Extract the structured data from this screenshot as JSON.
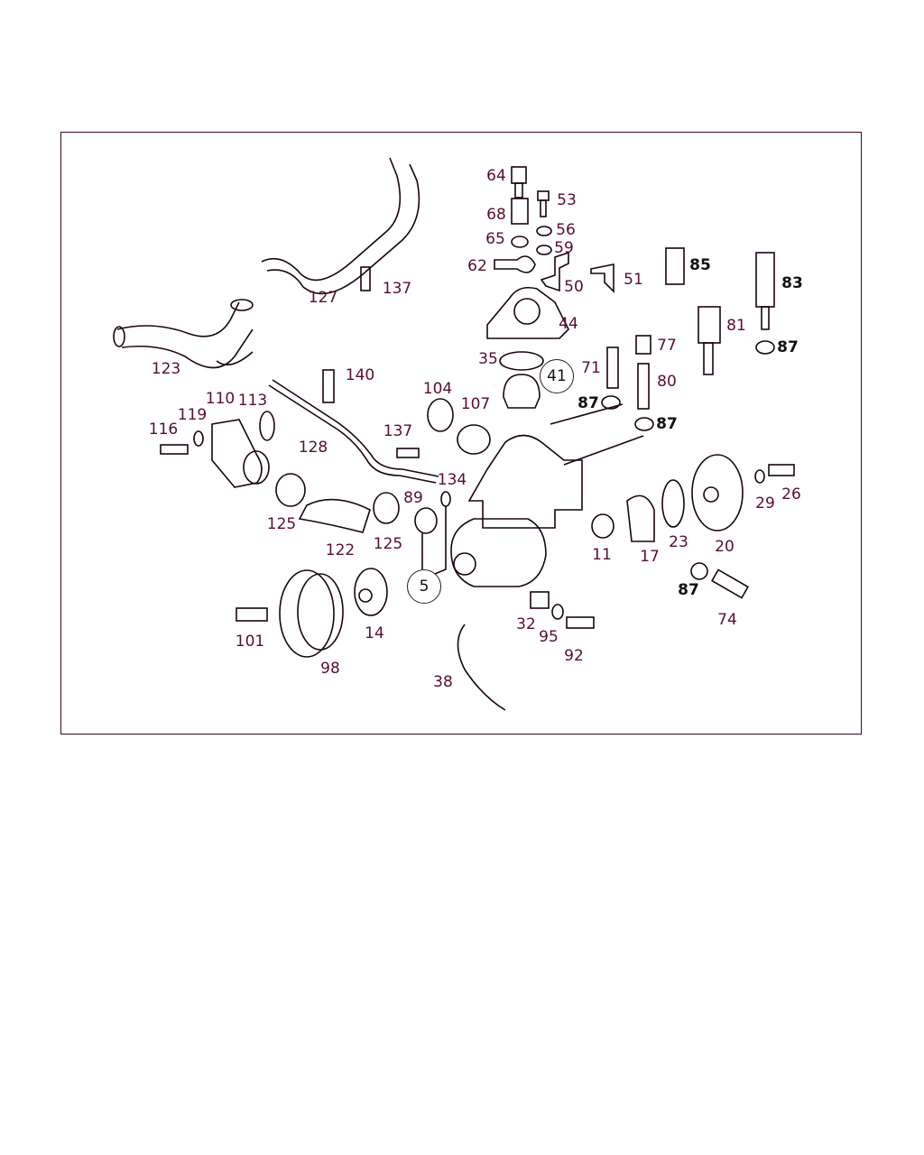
{
  "title": "Engine coolant thermostat housing and pump parts diagram",
  "labels": [
    "64",
    "53",
    "68",
    "56",
    "65",
    "59",
    "62",
    "51",
    "50",
    "85",
    "83",
    "44",
    "81",
    "87",
    "77",
    "35",
    "71",
    "80",
    "87",
    "87",
    "127",
    "137",
    "123",
    "140",
    "104",
    "107",
    "110",
    "113",
    "119",
    "116",
    "137",
    "128",
    "134",
    "89",
    "125",
    "122",
    "125",
    "11",
    "17",
    "23",
    "20",
    "29",
    "26",
    "87",
    "74",
    "32",
    "95",
    "92",
    "101",
    "14",
    "98",
    "38"
  ],
  "callouts": [
    "41",
    "5"
  ],
  "colors": {
    "label": "#5a0f22",
    "line": "#1a0508",
    "frame": "#3a0a14"
  }
}
